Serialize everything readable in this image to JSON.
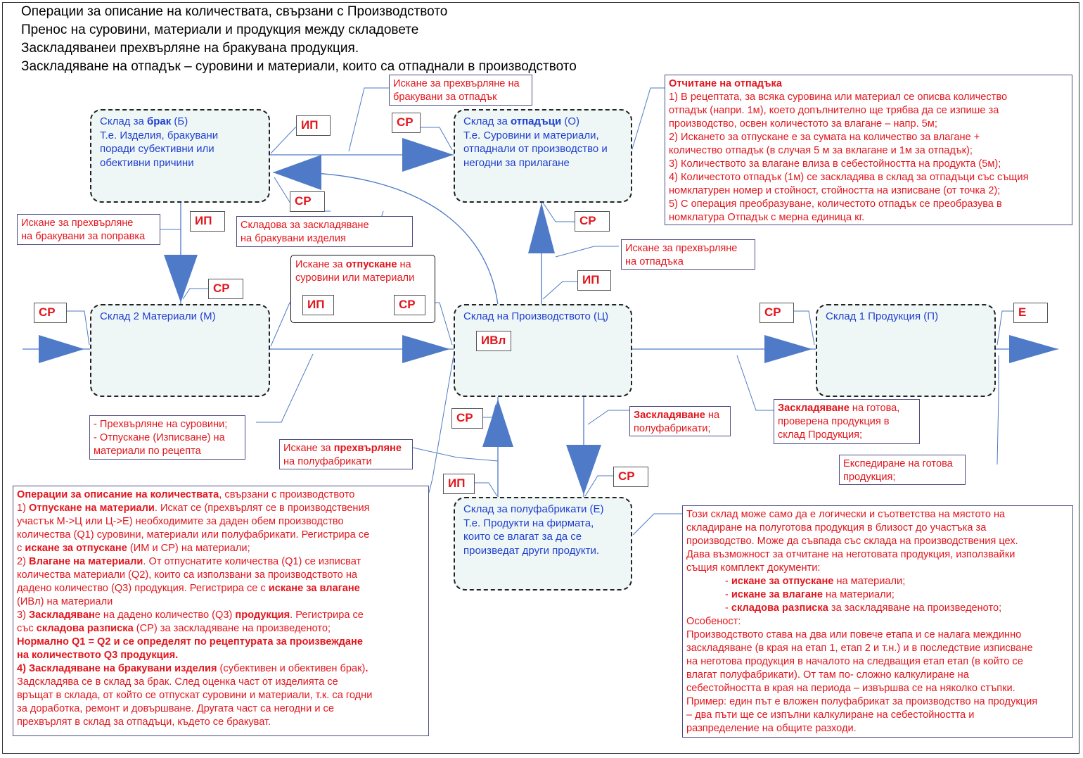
{
  "titles": [
    "Операции за описание на количествата, свързани с Производството",
    "Пренос на суровини, материали и продукция между складовете",
    "Заскладяванеи прехвърляне на бракувана продукция.",
    "Заскладяване на отпадък – суровини и материали, които са отпаднали в производството"
  ],
  "warehouses": {
    "brak": {
      "l1a": "Склад за ",
      "l1b": "брак",
      "l1c": " (Б)",
      "l2": "Т.е. Изделия, бракувани",
      "l3": "поради субективни или",
      "l4": "обективни причини"
    },
    "otpadaci": {
      "l1a": "Склад за ",
      "l1b": "отпадъци",
      "l1c": " (О)",
      "l2": "Т.е. Суровини и материали,",
      "l3": "отпаднали от производство и",
      "l4": "негодни за прилагане"
    },
    "materiali": {
      "l1": "Склад 2 Материали (М)"
    },
    "proizvodstvo": {
      "l1": "Склад на Производството (Ц)"
    },
    "produkcia": {
      "l1": "Склад 1 Продукция (П)"
    },
    "polufabrikati": {
      "l1": "Склад за полуфабрикати (Е)",
      "l2": "Т.е. Продукти на фирмата,",
      "l3": "които се влагат за да се",
      "l4": "произведат други продукти."
    }
  },
  "tags": {
    "ip": "ИП",
    "sr": "СР",
    "ivl": "ИВл",
    "e": "Е"
  },
  "notes": {
    "iskane_brak_otpadak": {
      "l1": "Искане за прехвърляне на",
      "l2": "бракувани за отпадък"
    },
    "iskane_brak_popravka": {
      "l1": "Искане за прехвърляне",
      "l2": "на бракувани за поправка"
    },
    "skladova_brak": {
      "l1": "Складова за заскладяване",
      "l2": "на бракувани изделия"
    },
    "iskane_otpadaka": {
      "l1": "Искане за прехвърляне",
      "l2": "на отпадъка"
    },
    "otpuskane_req": {
      "l1a": "Искане за ",
      "l1b": "отпускане",
      "l1c": " на",
      "l2": "суровини или материали"
    },
    "prehvarlyane_surovini": {
      "l1": "- Прехвърляне на суровини;",
      "l2": "- Отпускане (Изписване) на",
      "l3": "материали по рецепта"
    },
    "iskane_polufabrikati": {
      "l1a": "Искане за ",
      "l1b": "прехвърляне",
      "l2": "на полуфабрикати"
    },
    "zaskl_polufabrikati": {
      "l1a": "Заскладяване",
      "l1b": " на",
      "l2": "полуфабрикати;"
    },
    "zaskl_gotova": {
      "l1a": "Заскладяване",
      "l1b": " на готова,",
      "l2": "проверена продукция в",
      "l3": "склад Продукция;"
    },
    "ekspedirane": {
      "l1": "Експедиране на готова",
      "l2": "продукция;"
    }
  },
  "waste_note": {
    "title": "Отчитане на отпадъка",
    "lines": [
      "1) В рецептата, за всяка суровина или материал се описва количество",
      "отпадък (напри. 1м), което допълнително ще трябва да се изпише за",
      "производство, освен количестото за влагане – напр. 5м;",
      "2) Искането за отпускане е за сумата на количество за влагане +",
      "количество отпадък (в случая 5 м за вклагане и 1м за отпадък);",
      "3) Количеството за влагане влиза в себестойността на продукта (5м);",
      "4) Количестото отпадък (1м) се заскладява в склад за отпадъци със същия",
      "номклатурен номер и стойност, стойността на изписване (от точка 2);",
      "5) С операция преобразуване, количестото отпадък се преобразува в",
      "номклатура Отпадък с мерна единица кг."
    ]
  },
  "ops_note": {
    "l1a": "Операции за описание на количествата",
    "l1b": ", свързани с производството",
    "l2a": "1) ",
    "l2b": "Отпускане на материали",
    "l2c": ". Искат се (прехвърлят се в производствения",
    "l3": "участък М->Ц или Ц->Е) необходимите за даден обем производство",
    "l4": "количества (Q1) суровини, материали или полуфабрикати. Регистрира се",
    "l5a": "с ",
    "l5b": "искане за отпускане",
    "l5c": " (ИМ и СР) на материали;",
    "l6a": "2) ",
    "l6b": "Влагане на материали",
    "l6c": ". От отпуснатите количества (Q1) се изписват",
    "l7": "количества материали (Q2), които са използвани за производството на",
    "l8a": "дадено количество (Q3) продукция. Регистрира се с ",
    "l8b": "искане за влагане",
    "l9": "(ИВл) на материали",
    "l10a": "3) ",
    "l10b": "Заскладяван",
    "l10c": "е на дадено количество (Q3) ",
    "l10d": "продукция",
    "l10e": ". Регистрира се",
    "l11a": "със ",
    "l11b": "складова разписка",
    "l11c": " (СР) за заскладяване на произведеното;",
    "l12": "Нормално Q1 = Q2 и се определят по рецептурата за произвеждане",
    "l13": "на количеството Q3 продукция.",
    "l14a": "4) Заскладяване на бракувани изделия",
    "l14b": " (субективен и обективен брак)",
    "l15": "Задскладява се в склад за брак. След оценка част от изделията се",
    "l16": "връщат в склада, от който се отпускат суровини и материали, т.к. са годни",
    "l17": "за доработка, ремонт и довършване. Другата част са негодни и се",
    "l18": "прехвърлят в склад за отпадъци, където се бракуват."
  },
  "semi_note": {
    "l1": "Този склад може само да е логически и съответства на мястото на",
    "l2": "складиране на полуготова продукция в близост до участъка за",
    "l3": "производство. Може да съвпада със склада на производствения цех.",
    "l4": "Дава възможност за отчитане на неготовата продукция, използвайки",
    "l5": "същия комплект документи:",
    "l6a": "- ",
    "l6b": "искане за отпускане",
    "l6c": " на материали;",
    "l7a": "- ",
    "l7b": "искане за влагане",
    "l7c": " на материали;",
    "l8a": "- ",
    "l8b": "складова разписка",
    "l8c": " за заскладяване на произведеното;",
    "l9": "Особеност:",
    "l10": "Производството става на два или повече етапа и се налага междинно",
    "l11": "заскладяване (в края на етап 1, етап 2 и т.н.) и в последствие изписване",
    "l12": "на неготова продукция в началото на следващия етап етап (в който се",
    "l13": "влагат полуфабрикати). От там по- сложно калкулиране на",
    "l14": "себестойността в края на периода – извършва се на няколко стъпки.",
    "l15": "Пример: един път е вложен полуфабрикат за производство на продукция",
    "l16": "– два пъти ще се изпълни калкулиране на себестойността и",
    "l17": "разпределение на общите разходи."
  },
  "colors": {
    "flow": "#4f7ac7",
    "note_text": "#e2161d",
    "box_text": "#1f3fd0",
    "box_fill": "#eef7f6"
  }
}
